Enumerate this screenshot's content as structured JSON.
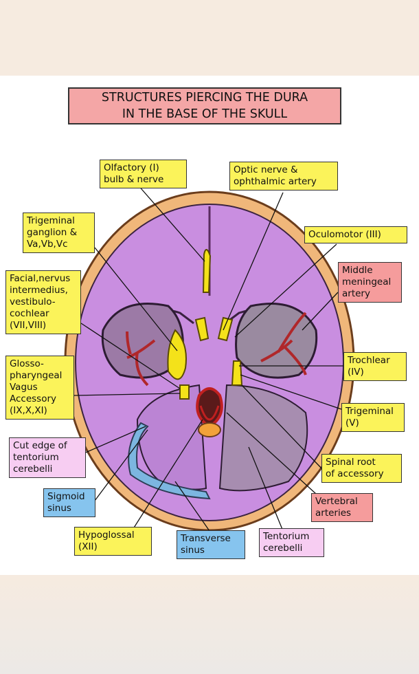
{
  "title": {
    "line1": "STRUCTURES PIERCING THE DURA",
    "line2": "IN THE BASE OF THE SKULL"
  },
  "labels": {
    "olfactory": "Olfactory (I)\nbulb & nerve",
    "optic": "Optic nerve &\nophthalmic artery",
    "trigeminal_ganglion": "Trigeminal\nganglion &\nVa,Vb,Vc",
    "oculomotor": "Oculomotor (III)",
    "facial": "Facial,nervus\nintermedius,\nvestibulo-\ncochlear\n(VII,VIII)",
    "middle_meningeal": "Middle\nmeningeal\nartery",
    "glosso": "Glosso-\npharyngeal\nVagus\nAccessory\n(IX,X,XI)",
    "trochlear": "Trochlear\n(IV)",
    "trigeminal_v": "Trigeminal\n(V)",
    "cut_edge": "Cut edge of\ntentorium\ncerebelli",
    "spinal_root": "Spinal root\nof accessory",
    "sigmoid": "Sigmoid\nsinus",
    "vertebral": "Vertebral\narteries",
    "hypoglossal": "Hypoglossal\n(XII)",
    "transverse": "Transverse\nsinus",
    "tentorium": "Tentorium\ncerebelli"
  },
  "colors": {
    "nerve_label": "#fbf35a",
    "artery_label": "#f59c9c",
    "membrane_label": "#f7cdf2",
    "sinus_label": "#86c4ee",
    "dura": "#c98ee0",
    "bone": "#f0b77a"
  }
}
